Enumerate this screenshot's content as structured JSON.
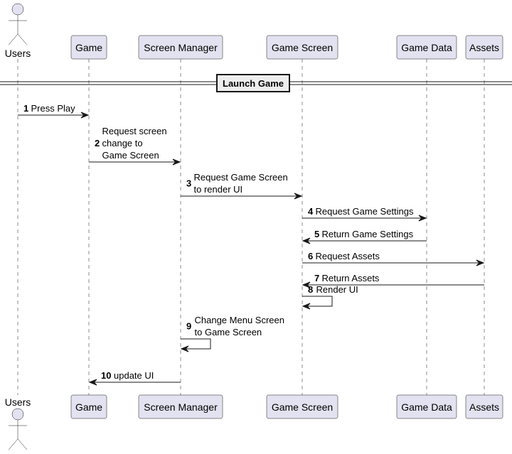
{
  "participants": [
    {
      "id": "users",
      "label": "Users",
      "kind": "actor"
    },
    {
      "id": "game",
      "label": "Game",
      "kind": "box"
    },
    {
      "id": "screen_manager",
      "label": "Screen Manager",
      "kind": "box"
    },
    {
      "id": "game_screen",
      "label": "Game Screen",
      "kind": "box"
    },
    {
      "id": "game_data",
      "label": "Game Data",
      "kind": "box"
    },
    {
      "id": "assets",
      "label": "Assets",
      "kind": "box"
    }
  ],
  "divider": {
    "label": "Launch Game"
  },
  "messages": [
    {
      "num": "1",
      "from": "users",
      "to": "game",
      "lines": [
        "Press Play"
      ]
    },
    {
      "num": "2",
      "from": "game",
      "to": "screen_manager",
      "lines": [
        "Request screen",
        "change to",
        "Game Screen"
      ]
    },
    {
      "num": "3",
      "from": "screen_manager",
      "to": "game_screen",
      "lines": [
        "Request Game Screen",
        "to render UI"
      ]
    },
    {
      "num": "4",
      "from": "game_screen",
      "to": "game_data",
      "lines": [
        "Request Game Settings"
      ]
    },
    {
      "num": "5",
      "from": "game_data",
      "to": "game_screen",
      "lines": [
        "Return Game Settings"
      ]
    },
    {
      "num": "6",
      "from": "game_screen",
      "to": "assets",
      "lines": [
        "Request Assets"
      ]
    },
    {
      "num": "7",
      "from": "assets",
      "to": "game_screen",
      "lines": [
        "Return Assets"
      ]
    },
    {
      "num": "8",
      "from": "game_screen",
      "to": "game_screen",
      "lines": [
        "Render UI"
      ]
    },
    {
      "num": "9",
      "from": "screen_manager",
      "to": "screen_manager",
      "lines": [
        "Change Menu Screen",
        "to Game Screen"
      ]
    },
    {
      "num": "10",
      "from": "screen_manager",
      "to": "game",
      "lines": [
        "update UI"
      ]
    }
  ]
}
